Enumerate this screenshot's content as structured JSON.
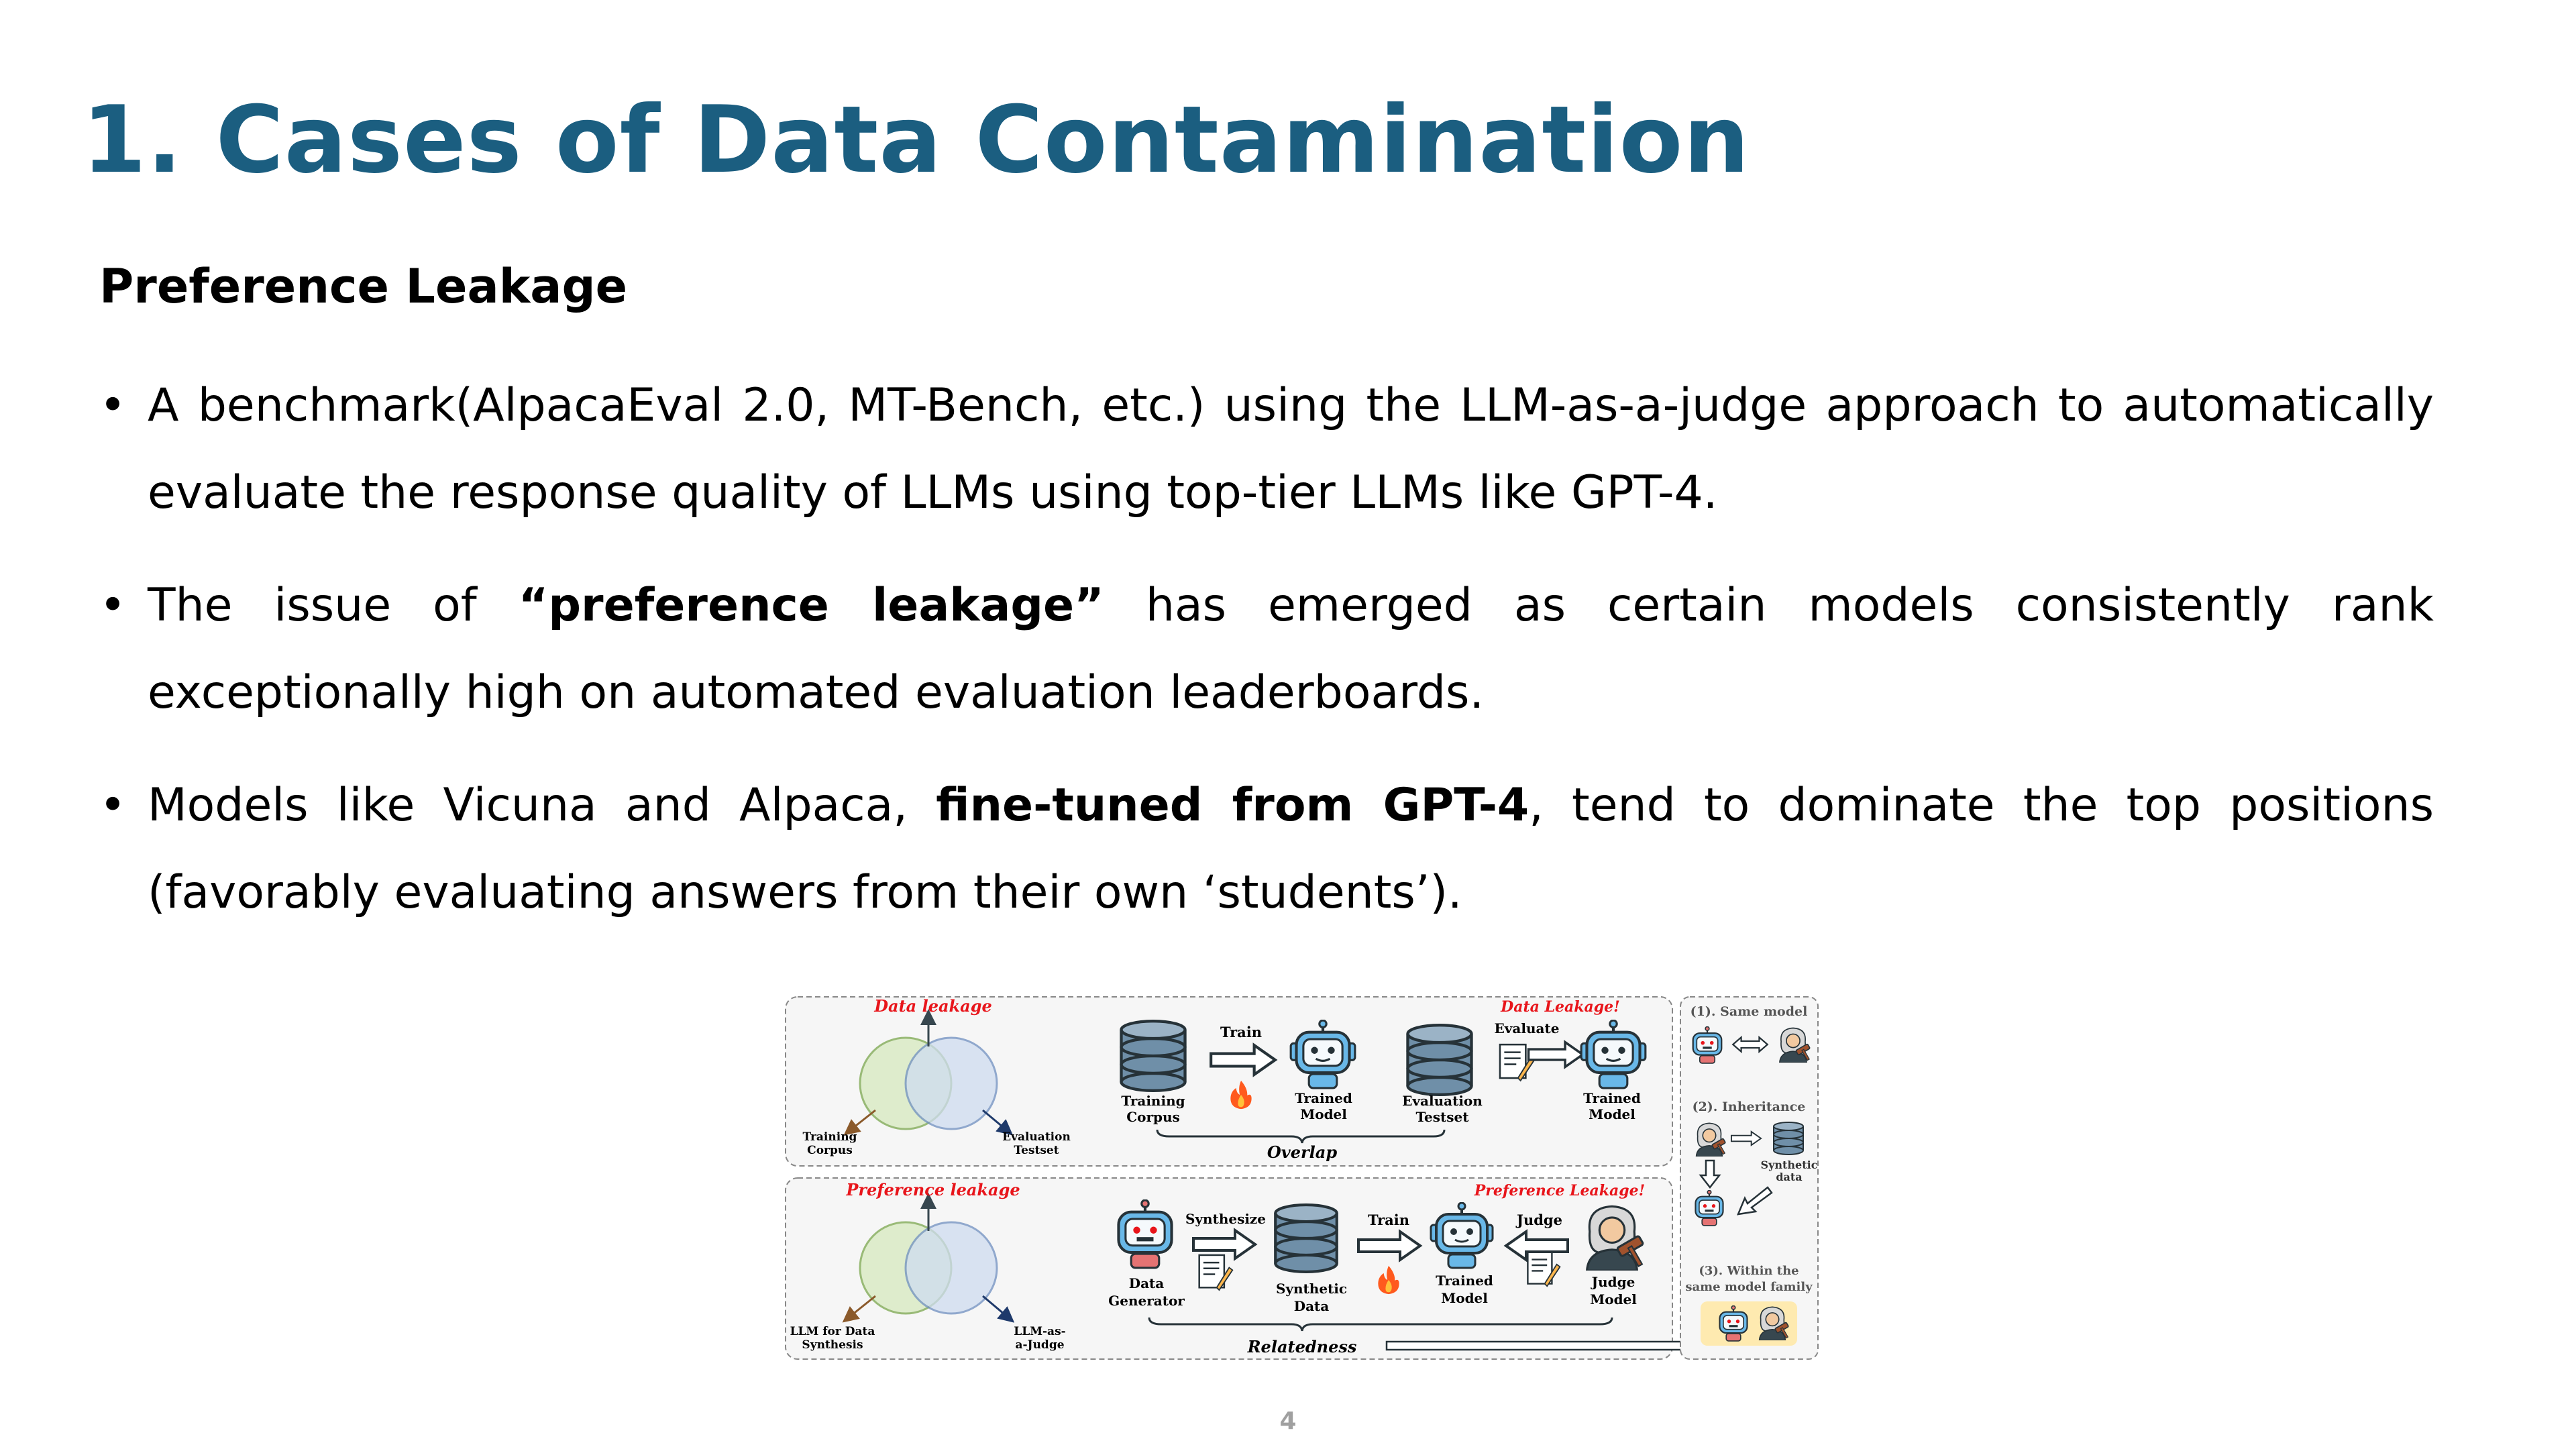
{
  "slide": {
    "title": "1. Cases of Data Contamination",
    "subtitle": "Preference Leakage",
    "page_number": "4"
  },
  "bullets": [
    {
      "parts": [
        {
          "text": "A benchmark(AlpacaEval 2.0, MT-Bench, etc.) using the LLM-as-a-judge approach to automatically evaluate the response quality of LLMs using top-tier LLMs like GPT-4.",
          "bold": false
        }
      ]
    },
    {
      "parts": [
        {
          "text": "The issue of ",
          "bold": false
        },
        {
          "text": "“preference leakage”",
          "bold": true
        },
        {
          "text": " has emerged as certain models consistently rank exceptionally high on automated evaluation leaderboards.",
          "bold": false
        }
      ]
    },
    {
      "parts": [
        {
          "text": "Models like Vicuna and Alpaca, ",
          "bold": false
        },
        {
          "text": "fine-tuned from GPT-4",
          "bold": true
        },
        {
          "text": ", tend to dominate the top positions (favorably evaluating answers from their own ‘students’).",
          "bold": false
        }
      ]
    }
  ],
  "figure": {
    "top_panel": {
      "venn_label": "Data leakage",
      "left_set": [
        "Training",
        "Corpus"
      ],
      "right_set": [
        "Evaluation",
        "Testset"
      ],
      "training_corpus": [
        "Training",
        "Corpus"
      ],
      "train_label": "Train",
      "trained_model_1": [
        "Trained",
        "Model"
      ],
      "evaluation_testset": [
        "Evaluation",
        "Testset"
      ],
      "evaluate_label": "Evaluate",
      "alert": "Data Leakage!",
      "trained_model_2": [
        "Trained",
        "Model"
      ],
      "brace_label": "Overlap"
    },
    "bottom_panel": {
      "venn_label": "Preference leakage",
      "left_set": [
        "LLM for Data",
        "Synthesis"
      ],
      "right_set": [
        "LLM-as-",
        "a-Judge"
      ],
      "data_generator": [
        "Data",
        "Generator"
      ],
      "synthesize_label": "Synthesize",
      "synthetic_data": [
        "Synthetic",
        "Data"
      ],
      "train_label": "Train",
      "trained_model": [
        "Trained",
        "Model"
      ],
      "judge_label": "Judge",
      "alert": "Preference Leakage!",
      "judge_model": [
        "Judge",
        "Model"
      ],
      "brace_label": "Relatedness"
    },
    "side_panel": {
      "case1": "(1). Same model",
      "case2": "(2). Inheritance",
      "synthetic": [
        "Synthetic",
        "data"
      ],
      "case3": [
        "(3). Within the",
        "same model family"
      ]
    },
    "colors": {
      "accent_red": "#e8151b",
      "db_blue": "#6f8fa8",
      "robot_blue": "#69b8e8",
      "venn_green": "#dcebc8",
      "venn_blue": "#cfdcf0",
      "panel_bg": "#f6f6f6",
      "fire": "#ff5a1e"
    }
  }
}
